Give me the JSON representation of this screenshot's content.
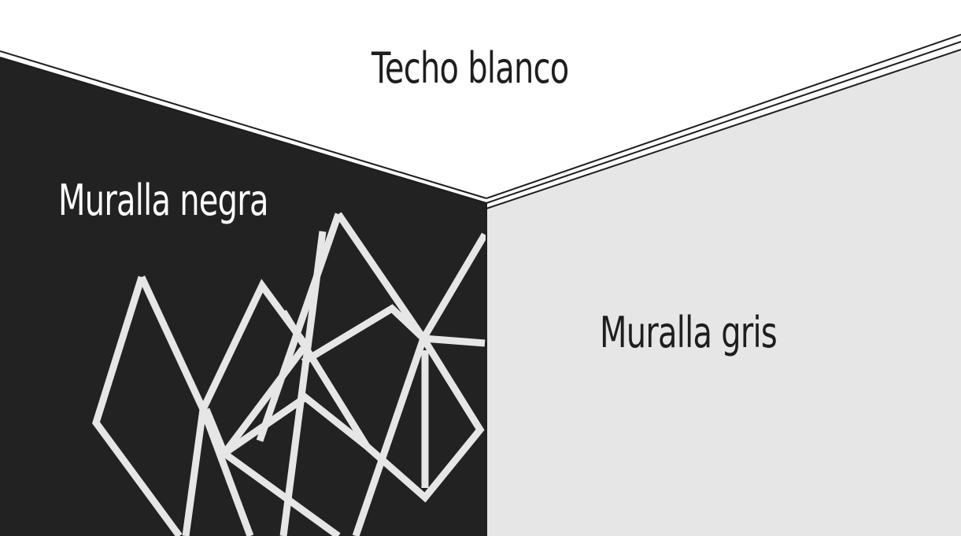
{
  "labels": {
    "ceiling": "Techo blanco",
    "black_wall": "Muralla negra",
    "grey_wall": "Muralla gris"
  },
  "colors": {
    "ceiling": "#ffffff",
    "black_wall": "#222222",
    "grey_wall": "#e6e6e6",
    "pattern_lines": "#e6e6e6",
    "edge_lines": "#1e1e1e"
  }
}
